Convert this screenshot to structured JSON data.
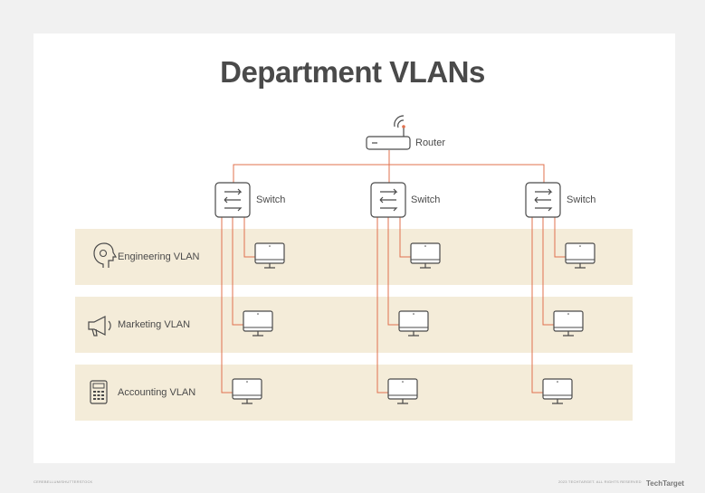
{
  "title": "Department VLANs",
  "router": {
    "label": "Router",
    "icon": "router-icon"
  },
  "switches": [
    {
      "label": "Switch",
      "icon": "switch-icon"
    },
    {
      "label": "Switch",
      "icon": "switch-icon"
    },
    {
      "label": "Switch",
      "icon": "switch-icon"
    }
  ],
  "vlans": [
    {
      "label": "Engineering VLAN",
      "icon": "gear-head-icon"
    },
    {
      "label": "Marketing VLAN",
      "icon": "megaphone-icon"
    },
    {
      "label": "Accounting VLAN",
      "icon": "calculator-icon"
    }
  ],
  "device_icon": "computer-monitor-icon",
  "colors": {
    "link": "#e0714e",
    "band": "#f4ecd9",
    "ink": "#4a4a4a"
  },
  "footer": {
    "left": "CEREBELLUM/SHUTTERSTOCK",
    "right": "2023 TECHTARGET. ALL RIGHTS RESERVED",
    "logo": "TechTarget"
  }
}
